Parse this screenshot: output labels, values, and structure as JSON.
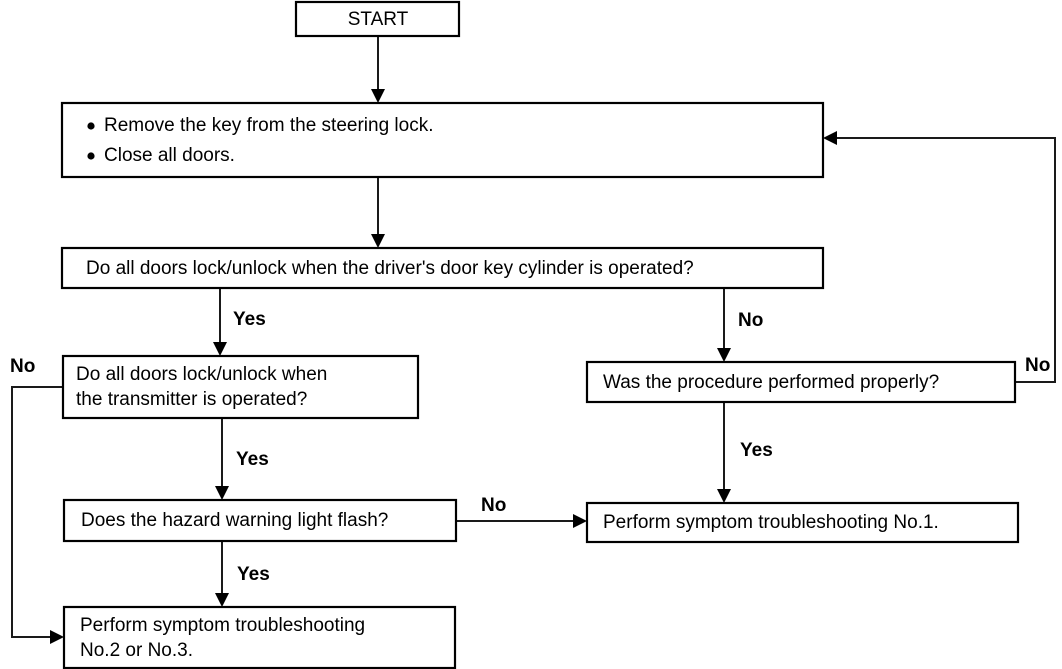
{
  "diagram": {
    "type": "flowchart",
    "title": "Power door lock / keyless entry diagnostic flowchart",
    "colors": {
      "background": "#ffffff",
      "box_stroke": "#000000",
      "box_fill": "#ffffff",
      "line": "#1a1a1a",
      "text": "#000000"
    },
    "nodes": [
      {
        "id": "start",
        "shape": "rect",
        "label": "START",
        "lines": [
          "START"
        ],
        "align": "center"
      },
      {
        "id": "prep",
        "shape": "rect",
        "label": "Remove the key from the steering lock. Close all doors.",
        "lines": [
          "Remove the key from the steering lock.",
          "Close all doors."
        ],
        "bulleted": true,
        "align": "left"
      },
      {
        "id": "q-key-cylinder",
        "shape": "rect",
        "label": "Do all doors lock/unlock when the driver's door key cylinder is operated?",
        "lines": [
          "Do all doors lock/unlock when the driver's door key cylinder is operated?"
        ],
        "align": "left"
      },
      {
        "id": "q-transmitter",
        "shape": "rect",
        "label": "Do all doors lock/unlock when the transmitter is operated?",
        "lines": [
          "Do all doors lock/unlock when",
          "the transmitter is operated?"
        ],
        "align": "left"
      },
      {
        "id": "q-procedure",
        "shape": "rect",
        "label": "Was the procedure performed properly?",
        "lines": [
          "Was the procedure performed properly?"
        ],
        "align": "left"
      },
      {
        "id": "q-hazard",
        "shape": "rect",
        "label": "Does the hazard warning light flash?",
        "lines": [
          "Does the hazard warning light flash?"
        ],
        "align": "left"
      },
      {
        "id": "result-no1",
        "shape": "rect",
        "label": "Perform symptom troubleshooting No.1.",
        "lines": [
          "Perform symptom troubleshooting No.1."
        ],
        "align": "left"
      },
      {
        "id": "result-no2-no3",
        "shape": "rect",
        "label": "Perform symptom troubleshooting No.2 or No.3.",
        "lines": [
          "Perform symptom troubleshooting",
          "No.2 or No.3."
        ],
        "align": "left"
      }
    ],
    "edges": [
      {
        "id": "e-start-prep",
        "from": "start",
        "to": "prep",
        "label": ""
      },
      {
        "id": "e-prep-key",
        "from": "prep",
        "to": "q-key-cylinder",
        "label": ""
      },
      {
        "id": "e-key-yes",
        "from": "q-key-cylinder",
        "to": "q-transmitter",
        "label": "Yes"
      },
      {
        "id": "e-key-no",
        "from": "q-key-cylinder",
        "to": "q-procedure",
        "label": "No"
      },
      {
        "id": "e-transmitter-yes",
        "from": "q-transmitter",
        "to": "q-hazard",
        "label": "Yes"
      },
      {
        "id": "e-transmitter-no",
        "from": "q-transmitter",
        "to": "result-no2-no3",
        "label": "No"
      },
      {
        "id": "e-procedure-yes",
        "from": "q-procedure",
        "to": "result-no1",
        "label": "Yes"
      },
      {
        "id": "e-procedure-no",
        "from": "q-procedure",
        "to": "prep",
        "label": "No"
      },
      {
        "id": "e-hazard-no",
        "from": "q-hazard",
        "to": "result-no1",
        "label": "No"
      },
      {
        "id": "e-hazard-yes",
        "from": "q-hazard",
        "to": "result-no2-no3",
        "label": "Yes"
      }
    ],
    "text": {
      "start": "START",
      "prep_line1": "Remove the key from the steering lock.",
      "prep_line2": "Close all doors.",
      "q_key_cylinder": "Do all doors lock/unlock when the driver's door key cylinder is operated?",
      "q_transmitter_line1": "Do all doors lock/unlock when",
      "q_transmitter_line2": "the transmitter is operated?",
      "q_procedure": "Was the procedure performed properly?",
      "q_hazard": "Does the hazard warning light flash?",
      "result_no1": "Perform symptom troubleshooting No.1.",
      "result_no2_line1": "Perform symptom troubleshooting",
      "result_no2_line2": "No.2 or No.3.",
      "label_yes_key": "Yes",
      "label_no_key": "No",
      "label_yes_transmitter": "Yes",
      "label_no_transmitter": "No",
      "label_yes_procedure": "Yes",
      "label_no_procedure": "No",
      "label_yes_hazard": "Yes",
      "label_no_hazard": "No"
    }
  }
}
